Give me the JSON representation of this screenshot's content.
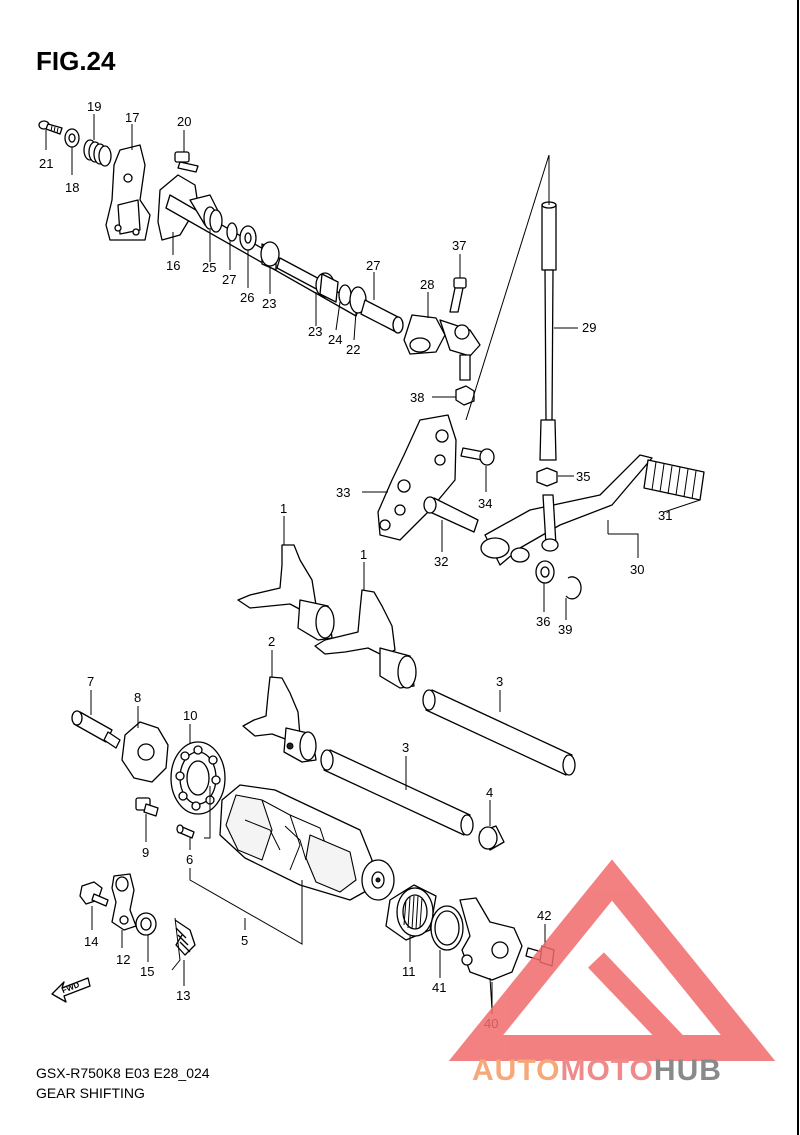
{
  "figure": {
    "title": "FIG.24",
    "model_code": "GSX-R750K8 E03 E28_024",
    "name": "GEAR SHIFTING"
  },
  "watermark": {
    "parts": [
      "AUTO",
      "MOTO",
      "HUB"
    ],
    "colors": [
      "#f7a87a",
      "#f08a8a",
      "#8a8a8a"
    ],
    "logo_color": "#f26b6b"
  },
  "fwd_label": "FWD",
  "callouts": {
    "c21": "21",
    "c18": "18",
    "c19": "19",
    "c17": "17",
    "c20": "20",
    "c16": "16",
    "c25": "25",
    "c27a": "27",
    "c26": "26",
    "c23a": "23",
    "c27b": "27",
    "c23b": "23",
    "c24": "24",
    "c22": "22",
    "c37": "37",
    "c28": "28",
    "c29": "29",
    "c38": "38",
    "c33": "33",
    "c34": "34",
    "c35": "35",
    "c31": "31",
    "c32": "32",
    "c30": "30",
    "c36": "36",
    "c39": "39",
    "c1a": "1",
    "c1b": "1",
    "c2": "2",
    "c3a": "3",
    "c3b": "3",
    "c7": "7",
    "c8": "8",
    "c10": "10",
    "c4": "4",
    "c9": "9",
    "c6": "6",
    "c5": "5",
    "c14": "14",
    "c12": "12",
    "c15": "15",
    "c13": "13",
    "c11": "11",
    "c41": "41",
    "c42": "42",
    "c40": "40"
  }
}
